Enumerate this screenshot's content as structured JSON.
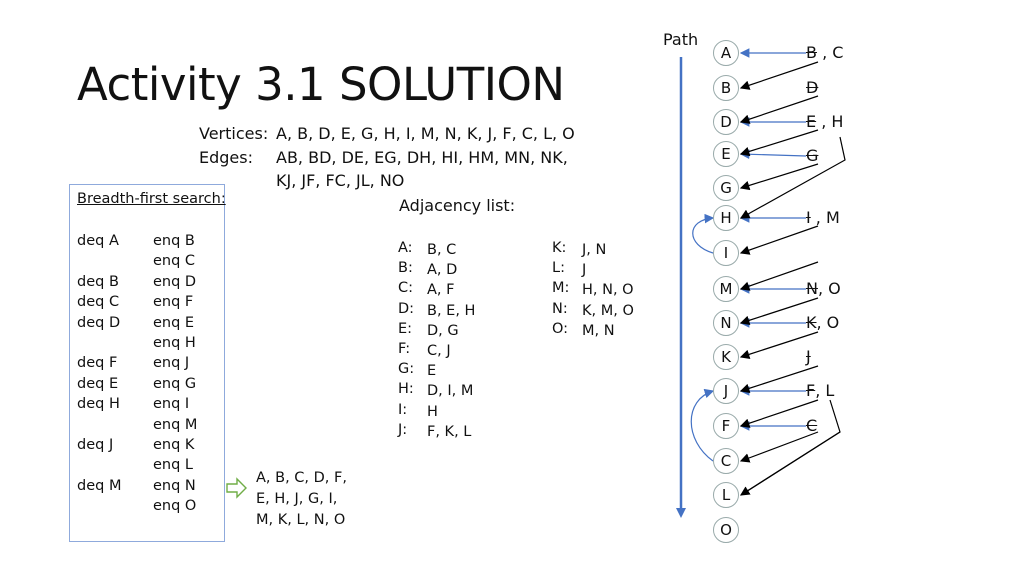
{
  "title": "Activity 3.1 SOLUTION",
  "graph": {
    "vertices_label": "Vertices:",
    "vertices": "A, B, D, E, G, H, I, M, N, K, J, F, C, L, O",
    "edges_label": "Edges:",
    "edges_line1": "AB, BD, DE, EG, DH, HI, HM, MN, NK,",
    "edges_line2": "KJ, JF, FC, JL, NO"
  },
  "bfs": {
    "heading": "Breadth-first search:",
    "rows": [
      {
        "deq": "deq A",
        "enq": "enq B"
      },
      {
        "deq": "",
        "enq": "enq C"
      },
      {
        "deq": "deq B",
        "enq": "enq D"
      },
      {
        "deq": "deq C",
        "enq": "enq F"
      },
      {
        "deq": "deq D",
        "enq": "enq E"
      },
      {
        "deq": "",
        "enq": "enq H"
      },
      {
        "deq": "deq F",
        "enq": "enq J"
      },
      {
        "deq": "deq E",
        "enq": "enq G"
      },
      {
        "deq": "deq H",
        "enq": "enq I"
      },
      {
        "deq": "",
        "enq": "enq M"
      },
      {
        "deq": "deq J",
        "enq": "enq K"
      },
      {
        "deq": "",
        "enq": "enq L"
      },
      {
        "deq": "deq M",
        "enq": "enq N"
      },
      {
        "deq": "",
        "enq": "enq O"
      }
    ],
    "result_lines": [
      "A, B, C, D, F,",
      "E, H, J, G, I,",
      "M, K, L, N, O"
    ]
  },
  "adjacency": {
    "heading": "Adjacency list:",
    "left": [
      {
        "k": "A:",
        "v": "B, C"
      },
      {
        "k": "B:",
        "v": "A, D"
      },
      {
        "k": "C:",
        "v": "A, F"
      },
      {
        "k": "D:",
        "v": "B, E, H"
      },
      {
        "k": "E:",
        "v": "D, G"
      },
      {
        "k": "F:",
        "v": "C, J"
      },
      {
        "k": "G:",
        "v": "E"
      },
      {
        "k": "H:",
        "v": "D, I, M"
      },
      {
        "k": "I:",
        "v": "H"
      },
      {
        "k": "J:",
        "v": "F, K, L"
      }
    ],
    "right": [
      {
        "k": "K:",
        "v": "J, N"
      },
      {
        "k": "L:",
        "v": "J"
      },
      {
        "k": "M:",
        "v": "H, N, O"
      },
      {
        "k": "N:",
        "v": "K, M, O"
      },
      {
        "k": "O:",
        "v": "M, N"
      }
    ]
  },
  "path": {
    "label": "Path",
    "nodes": [
      "A",
      "B",
      "D",
      "E",
      "G",
      "H",
      "I",
      "M",
      "N",
      "K",
      "J",
      "F",
      "C",
      "L",
      "O"
    ]
  },
  "stack": [
    {
      "struck": "B",
      "rest": " ,  C"
    },
    {
      "struck": "D",
      "rest": ""
    },
    {
      "struck": "E",
      "rest": " ,  H"
    },
    {
      "struck": "G",
      "rest": ""
    },
    {
      "struck": "I",
      "rest": " , M"
    },
    {
      "struck": "N",
      "rest": ",  O"
    },
    {
      "struck": "K",
      "rest": ",  O"
    },
    {
      "struck": "J",
      "rest": ""
    },
    {
      "struck": "F",
      "rest": ",  L"
    },
    {
      "struck": "C",
      "rest": ""
    }
  ],
  "colors": {
    "arrow_blue": "#4472c4",
    "box_border": "#8faadc",
    "result_arrow": "#70ad47"
  }
}
